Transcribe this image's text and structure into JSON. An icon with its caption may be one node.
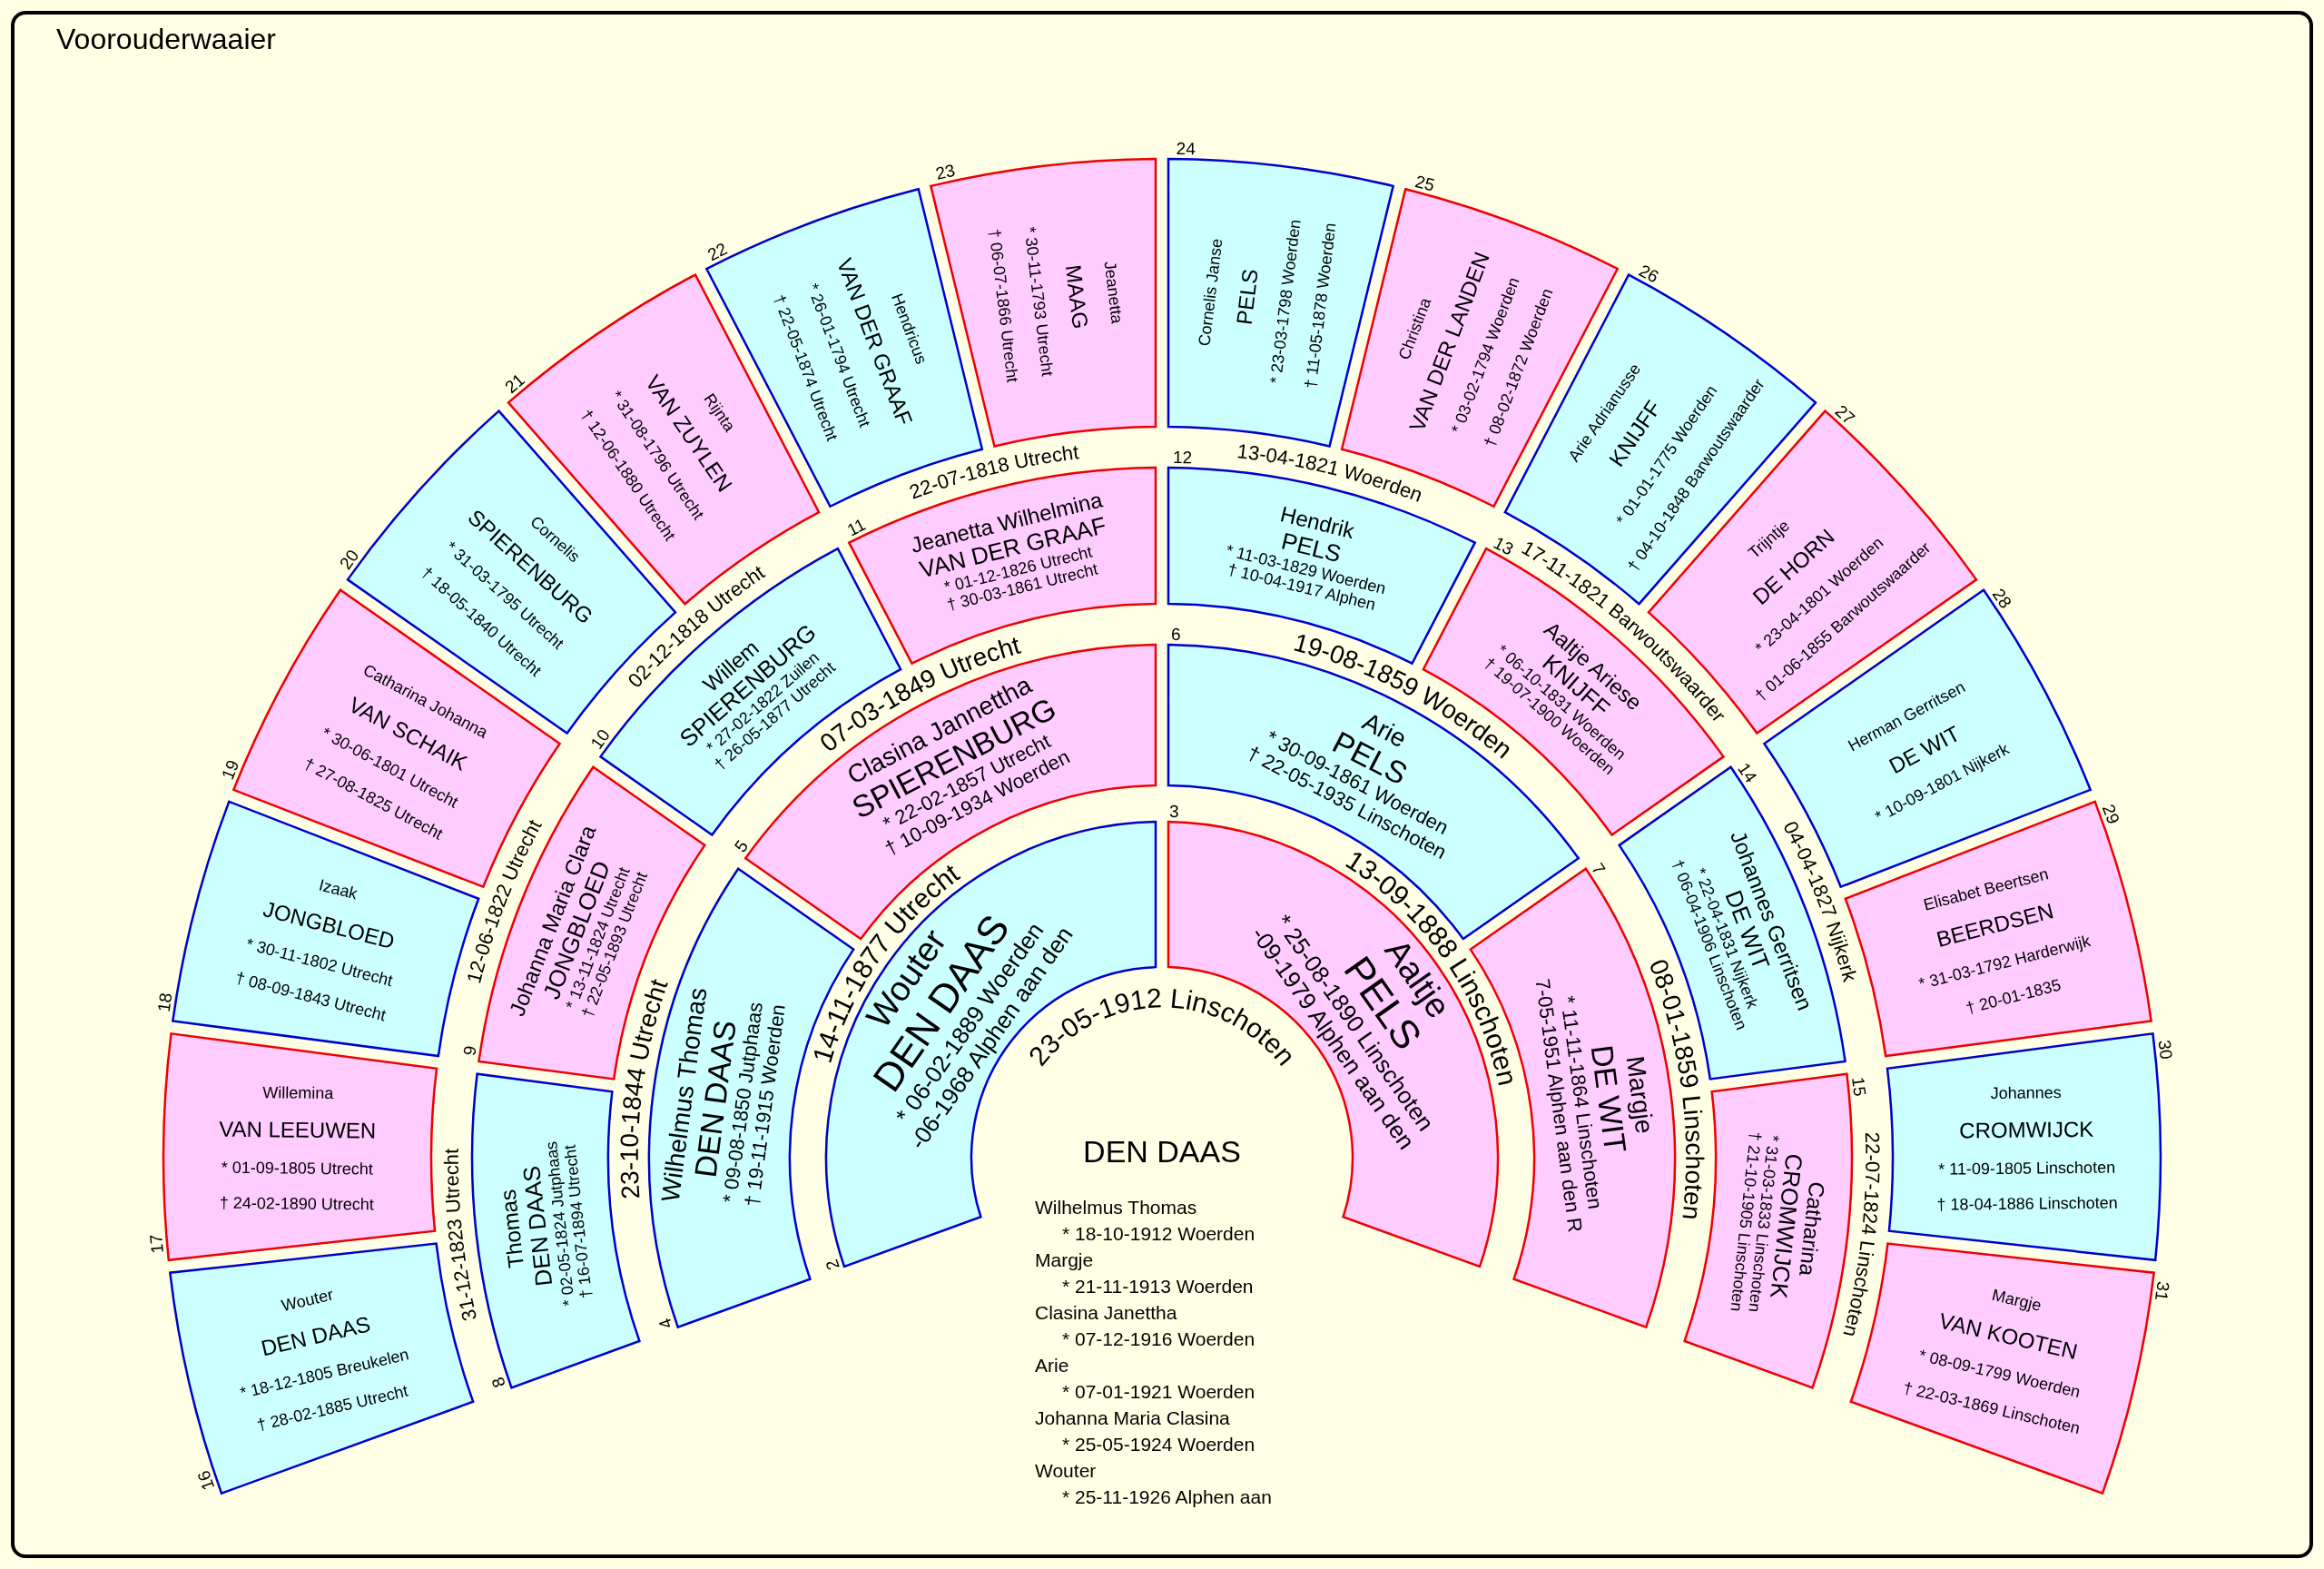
{
  "diagram": {
    "title": "Voorouderwaaier",
    "nodes": [
      {
        "text": [
          "Wouter",
          "DEN DAAS",
          "* 06-02-1889 Woerden",
          "-06-1968 Alphen aan den"
        ],
        "beside": [
          "2"
        ]
      },
      {
        "text": [
          "Aaltje",
          "PELS",
          "* 25-08-1890 Linschoten",
          "-09-1979 Alphen aan den"
        ],
        "beside": [
          "3"
        ]
      },
      {
        "text": [
          "Wilhelmus Thomas",
          "DEN DAAS",
          "* 09-08-1850 Jutphaas",
          "† 19-11-1915 Woerden"
        ],
        "beside": [
          "4"
        ]
      },
      {
        "text": [
          "Clasina Jannettha",
          "SPIERENBURG",
          "* 22-02-1857 Utrecht",
          "† 10-09-1934 Woerden"
        ],
        "beside": [
          "5"
        ]
      },
      {
        "text": [
          "Arie",
          "PELS",
          "* 30-09-1861 Woerden",
          "† 22-05-1935 Linschoten"
        ],
        "beside": [
          "6"
        ]
      },
      {
        "text": [
          "Margje",
          "DE WIT",
          "* 11-11-1864 Linschoten",
          "7-05-1951 Alphen aan den R"
        ],
        "beside": [
          "7"
        ]
      },
      {
        "text": [
          "Thomas",
          "DEN DAAS",
          "* 02-05-1824 Jutphaas",
          "† 16-07-1894 Utrecht"
        ],
        "beside": [
          "8"
        ]
      },
      {
        "text": [
          "Johanna Maria Clara",
          "JONGBLOED",
          "* 13-11-1824 Utrecht",
          "† 22-05-1893 Utrecht"
        ],
        "beside": [
          "9"
        ]
      },
      {
        "text": [
          "Willem",
          "SPIERENBURG",
          "* 27-02-1822 Zuilen",
          "† 26-05-1877 Utrecht"
        ],
        "beside": [
          "10"
        ]
      },
      {
        "text": [
          "Jeanetta Wilhelmina",
          "VAN DER GRAAF",
          "* 01-12-1826 Utrecht",
          "† 30-03-1861 Utrecht"
        ],
        "beside": [
          "11"
        ]
      },
      {
        "text": [
          "Hendrik",
          "PELS",
          "* 11-03-1829 Woerden",
          "† 10-04-1917 Alphen"
        ],
        "beside": [
          "12"
        ]
      },
      {
        "text": [
          "Aaltje Ariese",
          "KNIJFF",
          "* 06-10-1831 Woerden",
          "† 19-07-1900 Woerden"
        ],
        "beside": [
          "13"
        ]
      },
      {
        "text": [
          "Johannes Gerritsen",
          "DE WIT",
          "* 22-04-1831 Nijkerk",
          "† 06-04-1906 Linschoten"
        ],
        "beside": [
          "14"
        ]
      },
      {
        "text": [
          "Catharina",
          "CROMWIJCK",
          "* 31-03-1833 Linschoten",
          "† 21-10-1905 Linschoten"
        ],
        "beside": [
          "15"
        ]
      },
      {
        "text": [
          "Wouter",
          "DEN DAAS",
          "* 18-12-1805 Breukelen",
          "† 28-02-1885 Utrecht"
        ],
        "beside": [
          "16"
        ]
      },
      {
        "text": [
          "Willemina",
          "VAN LEEUWEN",
          "* 01-09-1805 Utrecht",
          "† 24-02-1890 Utrecht"
        ],
        "beside": [
          "17"
        ]
      },
      {
        "text": [
          "Izaak",
          "JONGBLOED",
          "* 30-11-1802 Utrecht",
          "† 08-09-1843 Utrecht"
        ],
        "beside": [
          "18"
        ]
      },
      {
        "text": [
          "Catharina Johanna",
          "VAN SCHAIK",
          "* 30-06-1801 Utrecht",
          "† 27-08-1825 Utrecht"
        ],
        "beside": [
          "19"
        ]
      },
      {
        "text": [
          "Cornelis",
          "SPIERENBURG",
          "* 31-03-1795 Utrecht",
          "† 18-05-1840 Utrecht"
        ],
        "beside": [
          "20"
        ]
      },
      {
        "text": [
          "Rijnta",
          "VAN ZUYLEN",
          "* 31-08-1796 Utrecht",
          "† 12-06-1880 Utrecht"
        ],
        "beside": [
          "21"
        ]
      },
      {
        "text": [
          "Hendricus",
          "VAN DER GRAAF",
          "* 26-01-1794 Utrecht",
          "† 22-05-1874 Utrecht"
        ],
        "beside": [
          "22"
        ]
      },
      {
        "text": [
          "Jeanetta",
          "MAAG",
          "* 30-11-1793 Utrecht",
          "† 06-07-1866 Utrecht"
        ],
        "beside": [
          "23"
        ]
      },
      {
        "text": [
          "Cornelis Janse",
          "PELS",
          "* 23-03-1798 Woerden",
          "† 11-05-1878 Woerden"
        ],
        "beside": [
          "24"
        ]
      },
      {
        "text": [
          "Christina",
          "VAN DER LANDEN",
          "* 03-02-1794 Woerden",
          "† 08-02-1872 Woerden"
        ],
        "beside": [
          "25"
        ]
      },
      {
        "text": [
          "Arie Adrianusse",
          "KNIJFF",
          "* 01-01-1775 Woerden",
          "† 04-10-1848 Barwoutswaarder"
        ],
        "beside": [
          "26"
        ]
      },
      {
        "text": [
          "Trijntje",
          "DE HORN",
          "* 23-04-1801 Woerden",
          "† 01-06-1855 Barwoutswaarder"
        ],
        "beside": [
          "27"
        ]
      },
      {
        "text": [
          "Herman Gerritsen",
          "DE WIT",
          "* 10-09-1801 Nijkerk"
        ],
        "beside": [
          "28"
        ]
      },
      {
        "text": [
          "Elisabet Beertsen",
          "BEERDSEN",
          "* 31-03-1792 Harderwijk",
          "† 20-01-1835"
        ],
        "beside": [
          "29"
        ]
      },
      {
        "text": [
          "Johannes",
          "CROMWIJCK",
          "* 11-09-1805 Linschoten",
          "† 18-04-1886 Linschoten"
        ],
        "beside": [
          "30"
        ]
      },
      {
        "text": [
          "Margje",
          "VAN KOOTEN",
          "* 08-09-1799 Woerden",
          "† 22-03-1869 Linschoten"
        ],
        "beside": [
          "31"
        ]
      }
    ],
    "labels": [
      "23-05-1912 Linschoten",
      "14-11-1877 Utrecht",
      "13-09-1888 Linschoten",
      "23-10-1844 Utrecht",
      "07-03-1849 Utrecht",
      "19-08-1859 Woerden",
      "08-01-1859 Linschoten",
      "31-12-1823 Utrecht",
      "12-06-1822 Utrecht",
      "02-12-1818 Utrecht",
      "22-07-1818 Utrecht",
      "13-04-1821 Woerden",
      "17-11-1821 Barwoutswaarder",
      "04-04-1827 Nijkerk",
      "22-07-1824 Linschoten",
      "DEN DAAS",
      "Wilhelmus Thomas",
      "* 18-10-1912 Woerden",
      "Margje",
      "* 21-11-1913 Woerden",
      "Clasina Janettha",
      "* 07-12-1916 Woerden",
      "Arie",
      "* 07-01-1921 Woerden",
      "Johanna Maria Clasina",
      "* 25-05-1924 Woerden",
      "Wouter",
      "* 25-11-1926 Alphen aan"
    ]
  }
}
